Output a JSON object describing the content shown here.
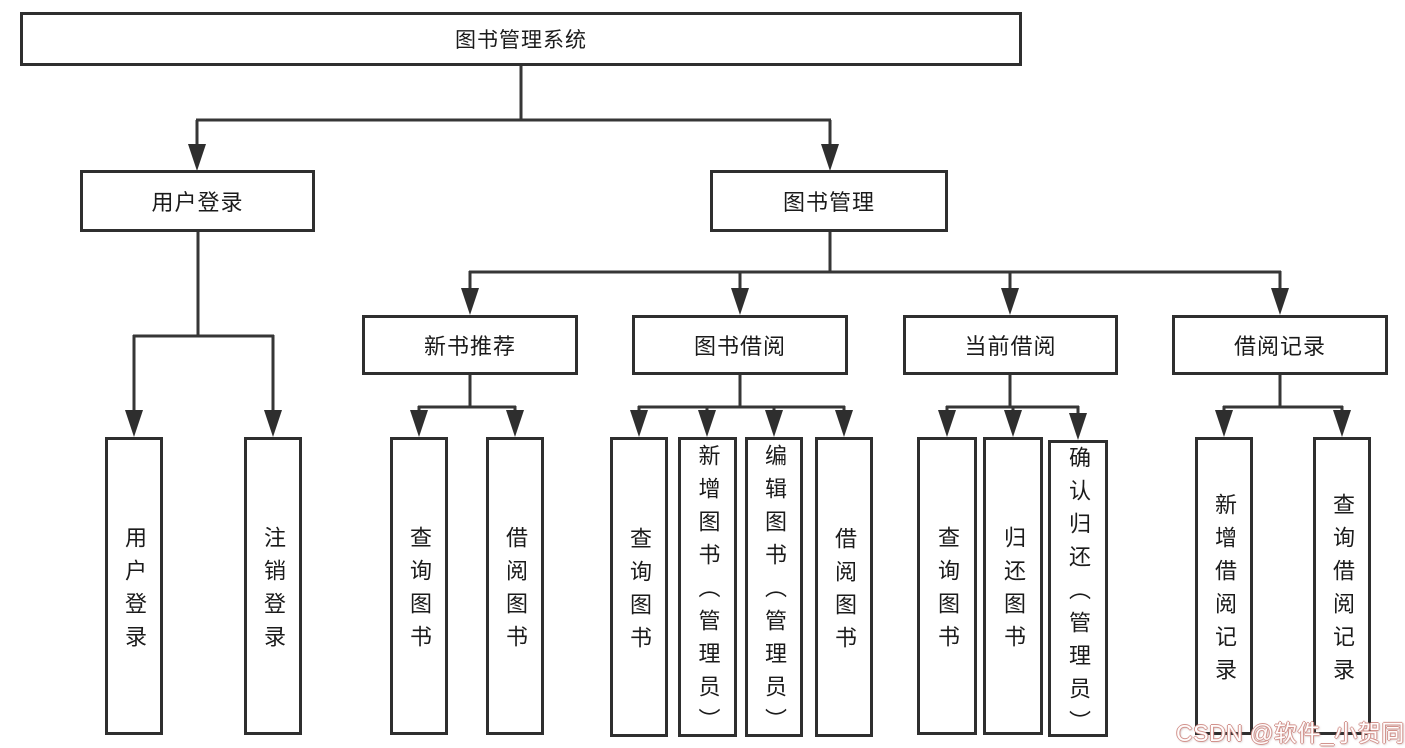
{
  "diagram": {
    "title": "图书管理系统",
    "type": "hierarchy-tree",
    "colors": {
      "box_border": "#2f2f2f",
      "line": "#363636",
      "text": "#1b1b1b",
      "watermark_outline": "#d2928c"
    },
    "nodes": {
      "root": "图书管理系统",
      "user_login": "用户登录",
      "book_mgmt": "图书管理",
      "new_book_rec": "新书推荐",
      "book_borrow": "图书借阅",
      "current_borrow": "当前借阅",
      "borrow_records": "借阅记录",
      "leaf_user_login": "用户登录",
      "leaf_logout": "注销登录",
      "leaf_query_books_1": "查询图书",
      "leaf_borrow_books_1": "借阅图书",
      "leaf_query_books_2": "查询图书",
      "leaf_add_books": "新增图书（管理员）",
      "leaf_edit_books": "编辑图书（管理员）",
      "leaf_borrow_books_2": "借阅图书",
      "leaf_query_books_3": "查询图书",
      "leaf_return_books": "归还图书",
      "leaf_confirm_return": "确认归还（管理员）",
      "leaf_add_borrow_record": "新增借阅记录",
      "leaf_query_borrow_record": "查询借阅记录"
    },
    "edges": [
      [
        "图书管理系统",
        "用户登录"
      ],
      [
        "图书管理系统",
        "图书管理"
      ],
      [
        "用户登录",
        "用户登录(叶)"
      ],
      [
        "用户登录",
        "注销登录"
      ],
      [
        "图书管理",
        "新书推荐"
      ],
      [
        "图书管理",
        "图书借阅"
      ],
      [
        "图书管理",
        "当前借阅"
      ],
      [
        "图书管理",
        "借阅记录"
      ],
      [
        "新书推荐",
        "查询图书"
      ],
      [
        "新书推荐",
        "借阅图书"
      ],
      [
        "图书借阅",
        "查询图书"
      ],
      [
        "图书借阅",
        "新增图书（管理员）"
      ],
      [
        "图书借阅",
        "编辑图书（管理员）"
      ],
      [
        "图书借阅",
        "借阅图书"
      ],
      [
        "当前借阅",
        "查询图书"
      ],
      [
        "当前借阅",
        "归还图书"
      ],
      [
        "当前借阅",
        "确认归还（管理员）"
      ],
      [
        "借阅记录",
        "新增借阅记录"
      ],
      [
        "借阅记录",
        "查询借阅记录"
      ]
    ]
  },
  "watermark": "CSDN @软件_小贺同学"
}
